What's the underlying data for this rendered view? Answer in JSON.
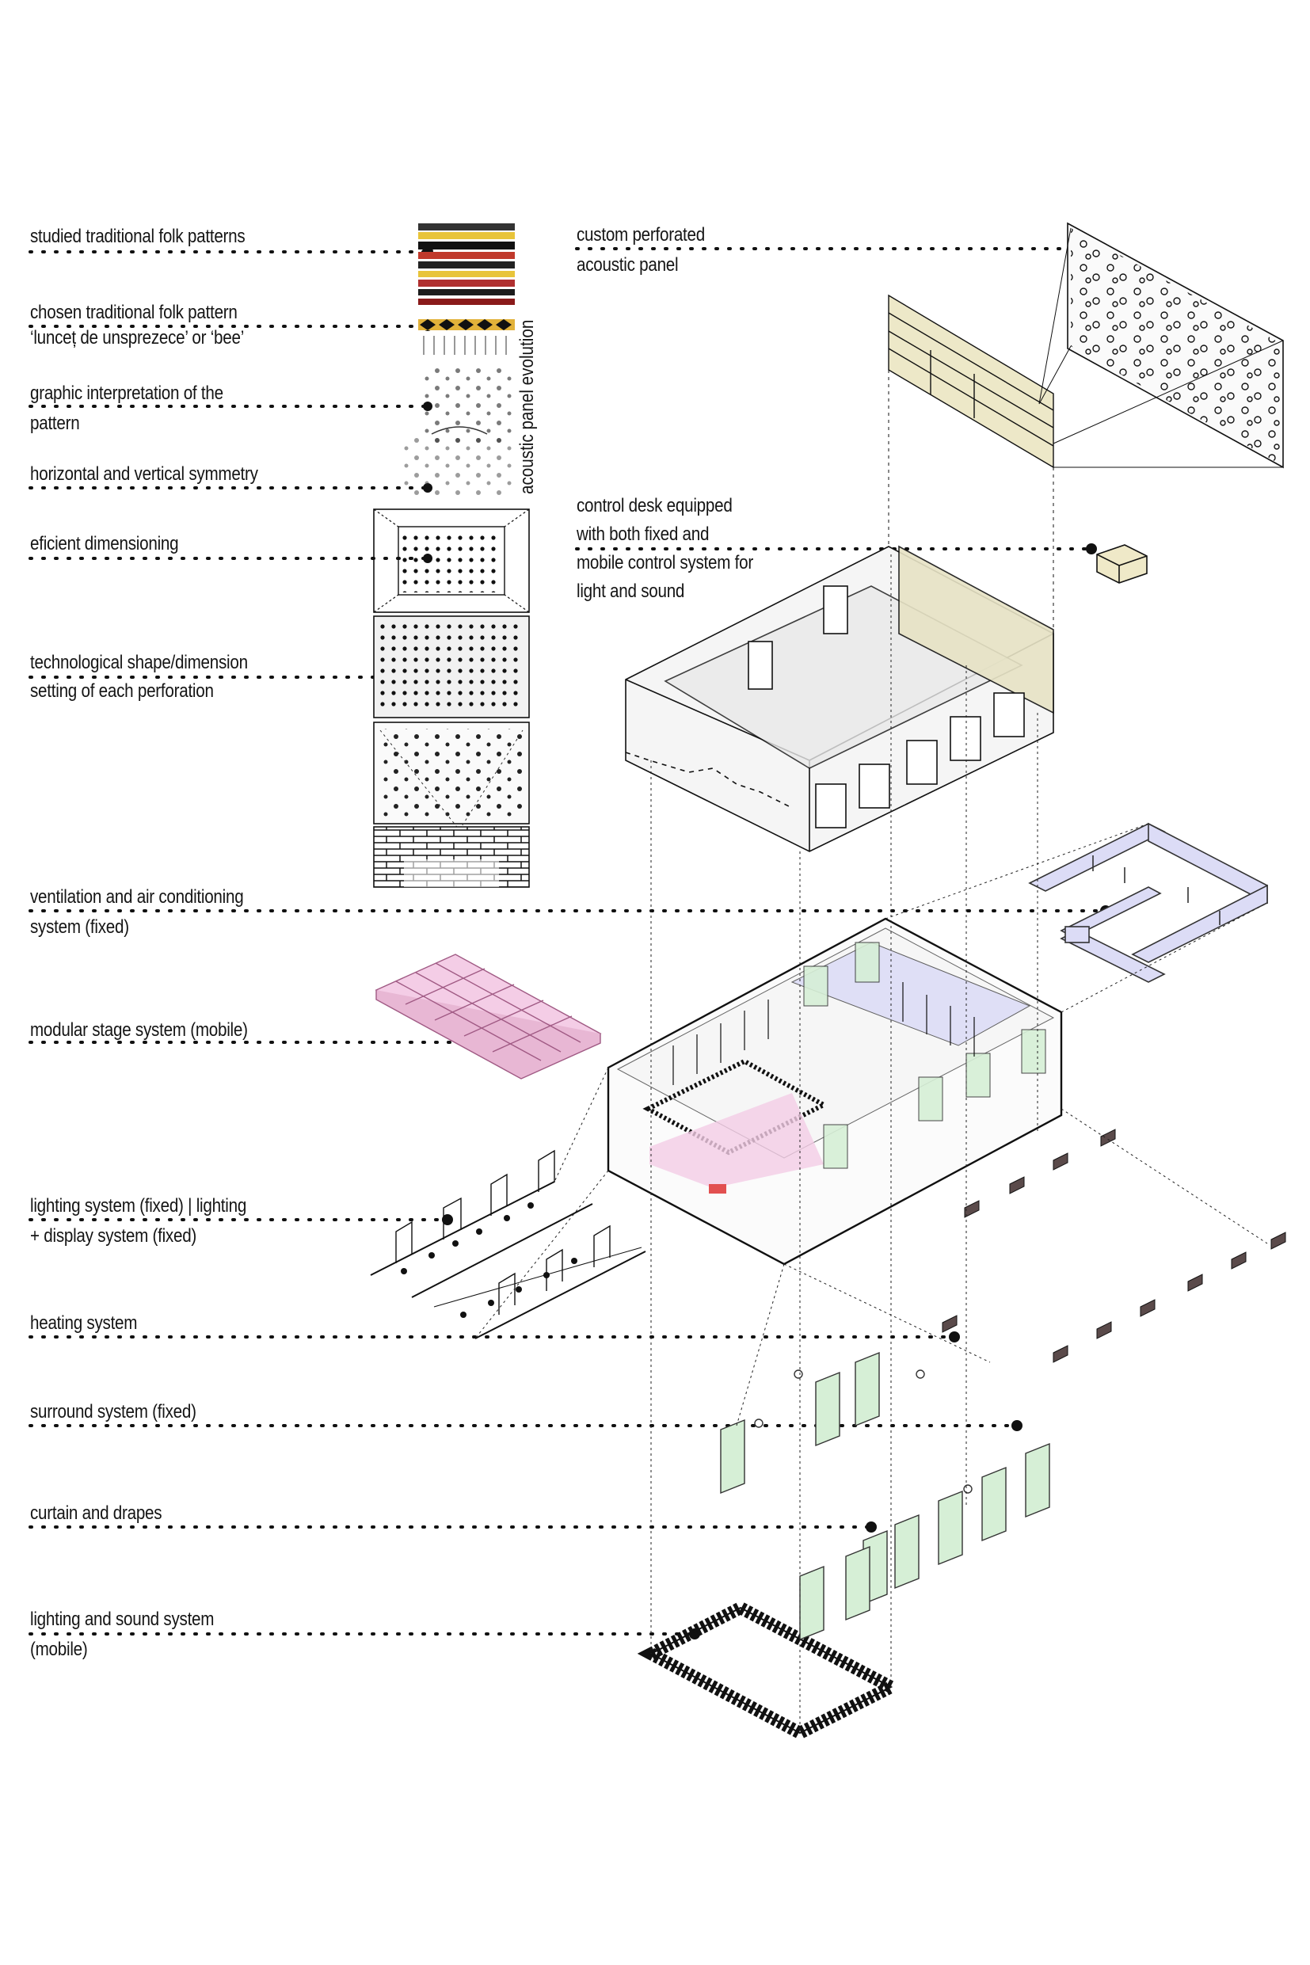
{
  "labels": {
    "folk_patterns": "studied traditional folk patterns",
    "chosen_pattern_1": "chosen traditional folk pattern",
    "chosen_pattern_2": "‘lunceț de unsprezece’ or ‘bee’",
    "graphic_interp_1": "graphic interpretation of the",
    "graphic_interp_2": "pattern",
    "symmetry": "horizontal and vertical symmetry",
    "dimensioning": "eficient dimensioning",
    "tech_shape_1": "technological shape/dimension",
    "tech_shape_2": "setting of each perforation",
    "acoustic_evolution": "acoustic panel evolution",
    "perforated_panel_1": "custom perforated",
    "perforated_panel_2": "acoustic panel",
    "control_desk_1": "control desk equipped",
    "control_desk_2": "with both fixed and",
    "control_desk_3": "mobile control system for",
    "control_desk_4": "light and sound",
    "ventilation_1": "ventilation and air conditioning",
    "ventilation_2": "system (fixed)",
    "stage": "modular stage system (mobile)",
    "lighting_fixed_1": "lighting system (fixed) | lighting",
    "lighting_fixed_2": "+ display system (fixed)",
    "heating": "heating system",
    "surround": "surround system (fixed)",
    "curtains": "curtain and drapes",
    "lighting_mobile_1": "lighting and sound system",
    "lighting_mobile_2": "(mobile)"
  },
  "colors": {
    "ink": "#111111",
    "stage_pink": "#f4cde6",
    "ventilation_blue": "#dcdcf6",
    "curtain_green": "#d6efd6",
    "acoustic_beige": "#e9e5c8",
    "wall_gray": "#eeeeee",
    "heater_dark": "#5a4a4a"
  }
}
